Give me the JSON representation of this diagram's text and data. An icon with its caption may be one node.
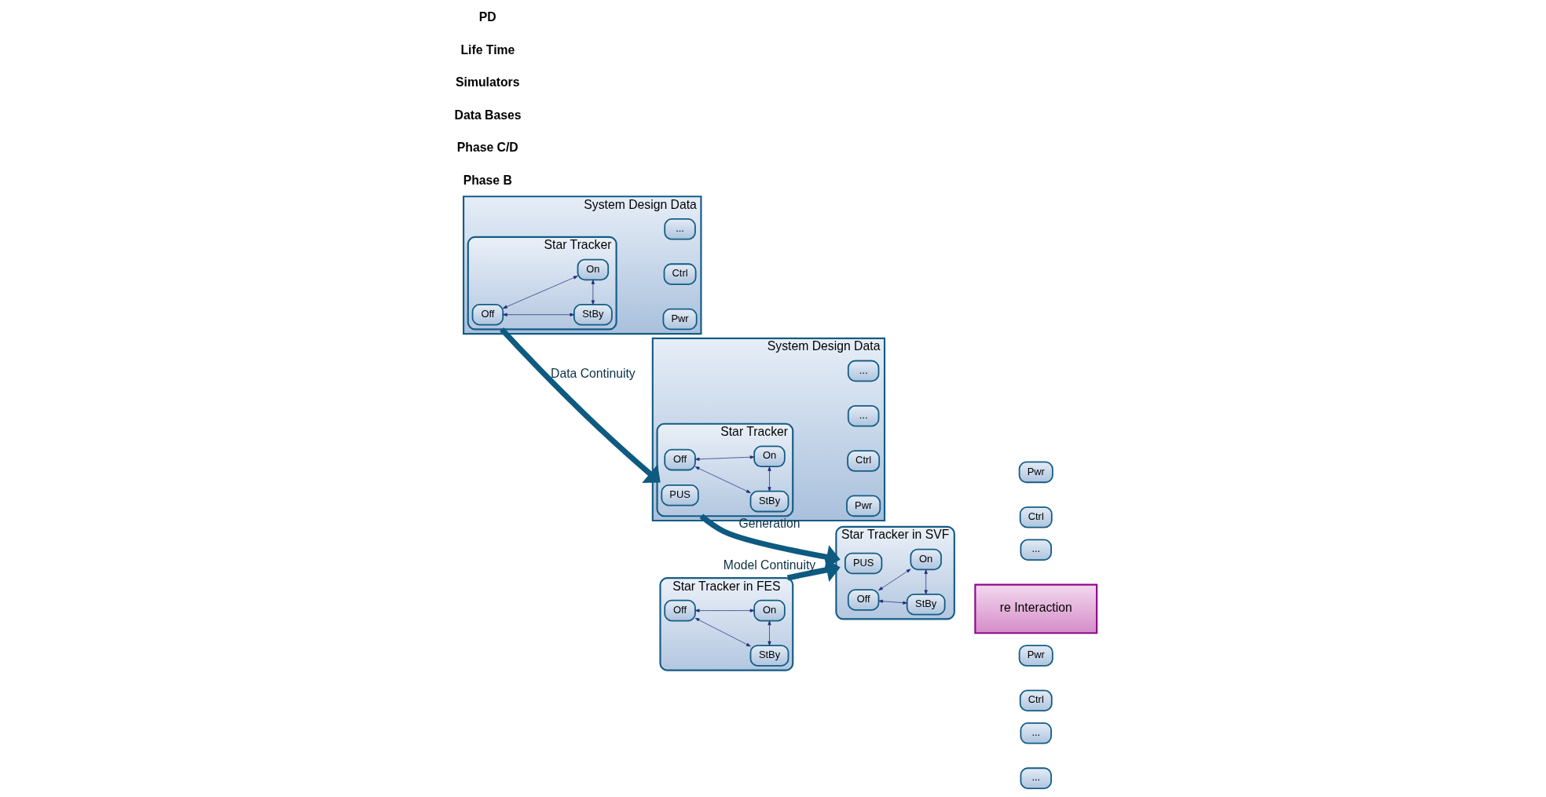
{
  "diagram": {
    "nodes": [
      {
        "text": [
          "System Design Data"
        ]
      },
      {
        "text": [
          "Star Tracker"
        ],
        "in": 0
      },
      {
        "text": [
          "Off"
        ],
        "in": 1
      },
      {
        "text": [
          "StBy"
        ],
        "in": 1
      },
      {
        "text": [
          "On"
        ],
        "in": 1
      },
      {
        "text": [
          "Pwr"
        ],
        "in": 0
      },
      {
        "text": [
          "Ctrl"
        ],
        "in": 0
      },
      {
        "text": [
          "..."
        ],
        "in": 0
      },
      {
        "text": [
          "System Design Data"
        ]
      },
      {
        "text": [
          "Star Tracker"
        ],
        "in": 8
      },
      {
        "text": [
          "PUS"
        ],
        "in": 9
      },
      {
        "text": [
          "Off"
        ],
        "in": 9
      },
      {
        "text": [
          "StBy"
        ],
        "in": 9
      },
      {
        "text": [
          "On"
        ],
        "in": 9
      },
      {
        "text": [
          "Pwr"
        ],
        "in": 8
      },
      {
        "text": [
          "Ctrl"
        ],
        "in": 8
      },
      {
        "text": [
          "..."
        ],
        "in": 8
      },
      {
        "text": [
          "..."
        ],
        "in": 8
      },
      {
        "text": [
          "Star Tracker in FES"
        ]
      },
      {
        "text": [
          "Off"
        ],
        "in": 18
      },
      {
        "text": [
          "StBy"
        ],
        "in": 18
      },
      {
        "text": [
          "On"
        ],
        "in": 18
      },
      {
        "text": [
          "Pwr"
        ]
      },
      {
        "text": [
          "Ctrl"
        ]
      },
      {
        "text": [
          "..."
        ]
      },
      {
        "text": [
          "re Interaction"
        ]
      },
      {
        "text": [
          "Star Tracker in SVF"
        ]
      },
      {
        "text": [
          "PUS"
        ],
        "in": 26
      },
      {
        "text": [
          "Off"
        ],
        "in": 26
      },
      {
        "text": [
          "StBy"
        ],
        "in": 26
      },
      {
        "text": [
          "On"
        ],
        "in": 26
      },
      {
        "text": [
          "Pwr"
        ]
      },
      {
        "text": [
          "Ctrl"
        ]
      },
      {
        "text": [
          "..."
        ]
      },
      {
        "text": [
          "..."
        ]
      }
    ],
    "edges": [
      {
        "from": 2,
        "to": 4,
        "arrow": "both"
      },
      {
        "from": 2,
        "to": 3,
        "arrow": "both"
      },
      {
        "from": 4,
        "to": 3,
        "arrow": "both"
      },
      {
        "from": 11,
        "to": 13,
        "arrow": "both"
      },
      {
        "from": 11,
        "to": 12,
        "arrow": "both"
      },
      {
        "from": 13,
        "to": 12,
        "arrow": "both"
      },
      {
        "from": 19,
        "to": 21,
        "arrow": "both"
      },
      {
        "from": 19,
        "to": 20,
        "arrow": "both"
      },
      {
        "from": 21,
        "to": 20,
        "arrow": "both"
      },
      {
        "from": 28,
        "to": 30,
        "arrow": "both"
      },
      {
        "from": 28,
        "to": 29,
        "arrow": "both"
      },
      {
        "from": 30,
        "to": 29,
        "arrow": "both"
      },
      {
        "from": 1,
        "to": 9,
        "arrow": "to",
        "label": "Data Continuity",
        "style": "thick",
        "color": "#0e5a80"
      },
      {
        "from": 9,
        "to": 26,
        "arrow": "to",
        "label": "Generation",
        "style": "thick",
        "color": "#0e5a80"
      },
      {
        "from": 18,
        "to": 26,
        "arrow": "to",
        "label": "Model Continuity",
        "style": "thick",
        "color": "#0e5a80"
      }
    ],
    "labels": [
      "Phase B",
      "Phase C/D",
      "Data Bases",
      "Simulators",
      "Life Time",
      "PD"
    ]
  }
}
